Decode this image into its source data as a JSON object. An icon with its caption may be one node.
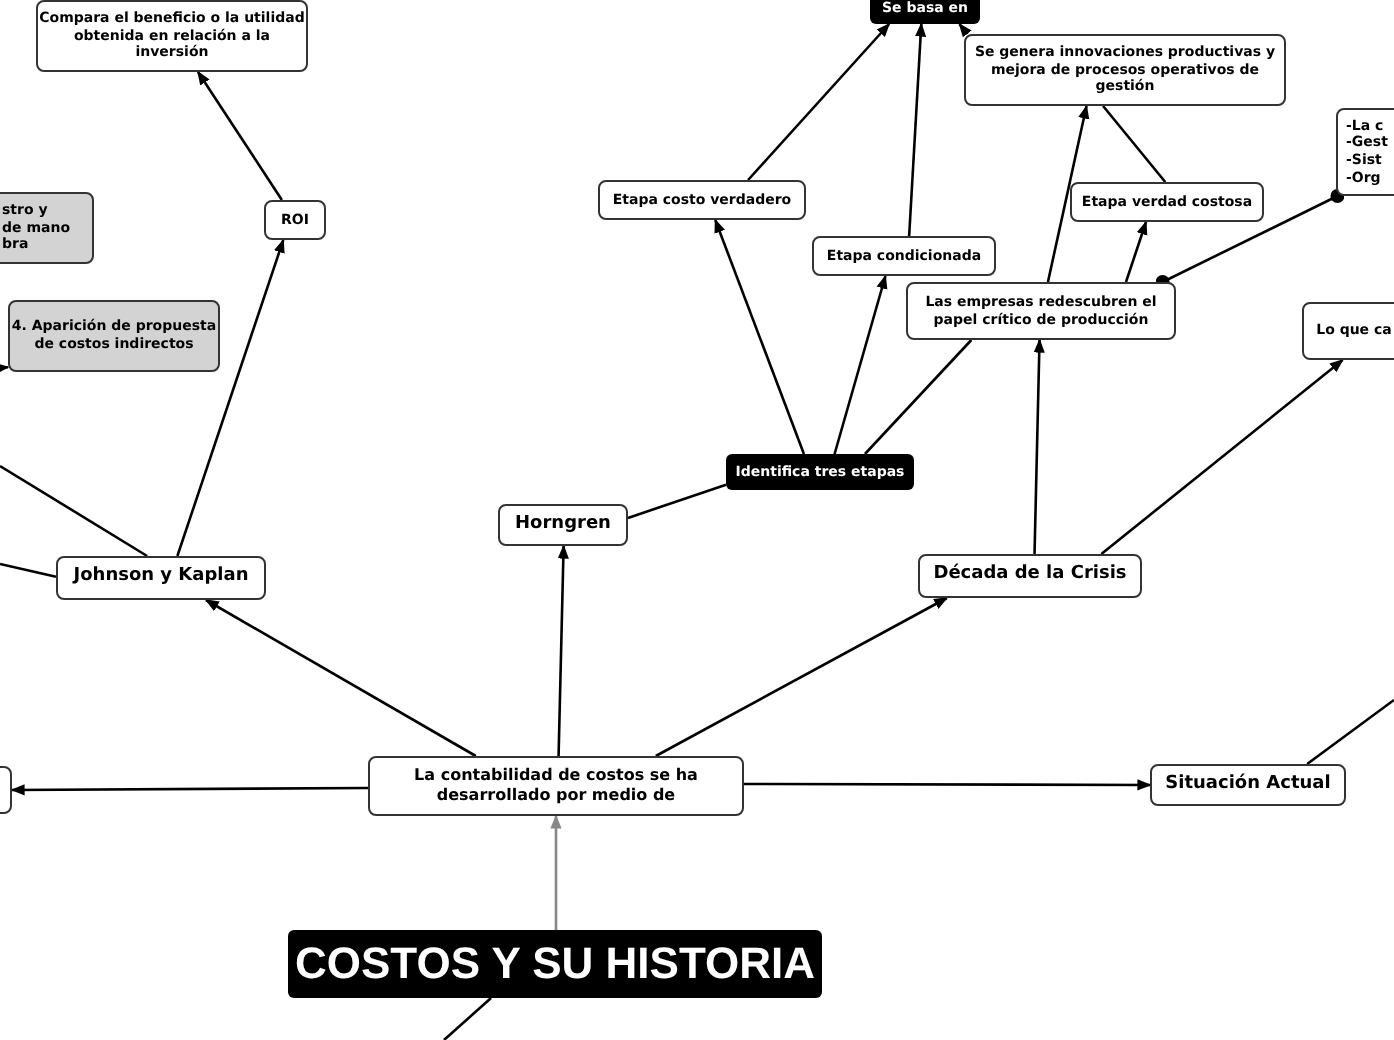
{
  "diagram": {
    "nodes": [
      {
        "text": [
          "Compara el beneficio o la utilidad obtenida en relación a la inversión"
        ]
      },
      {
        "text": [
          "Se basa en"
        ]
      },
      {
        "text": [
          "Se genera innovaciones productivas y mejora de procesos operativos de gestión"
        ]
      },
      {
        "text": [
          "-La c",
          "-Gest",
          "-Sist",
          "-Org"
        ]
      },
      {
        "text": [
          "stro y de mano bra"
        ]
      },
      {
        "text": [
          "4. Aparición de propuesta de costos indirectos"
        ]
      },
      {
        "text": [
          "ROI"
        ]
      },
      {
        "text": [
          "Etapa costo verdadero"
        ]
      },
      {
        "text": [
          "Etapa verdad costosa"
        ]
      },
      {
        "text": [
          "Etapa condicionada"
        ]
      },
      {
        "text": [
          "Las empresas redescubren el papel crítico de producción"
        ]
      },
      {
        "text": [
          "Lo que ca"
        ]
      },
      {
        "text": [
          "Identifica tres etapas"
        ]
      },
      {
        "text": [
          "Horngren"
        ]
      },
      {
        "text": [
          "Johnson y Kaplan"
        ]
      },
      {
        "text": [
          "Década de la Crisis"
        ]
      },
      {
        "text": [
          "La contabilidad de costos se ha desarrollado por medio de"
        ]
      },
      {
        "text": [],
        "shape": "box"
      },
      {
        "text": [
          "Situación Actual"
        ]
      },
      {
        "text": [
          "COSTOS Y SU HISTORIA"
        ]
      }
    ],
    "edges": [
      {
        "from": 6,
        "to": 0,
        "arrow": "to"
      },
      {
        "from": 14,
        "to": 6,
        "arrow": "to"
      },
      {
        "from": 16,
        "to": 14,
        "arrow": "to"
      },
      {
        "from": 16,
        "to": 13,
        "arrow": "to"
      },
      {
        "from": 16,
        "to": 15,
        "arrow": "to"
      },
      {
        "from": 16,
        "to": 17,
        "arrow": "to"
      },
      {
        "from": 16,
        "to": 18,
        "arrow": "to"
      },
      {
        "from": 19,
        "to": 16,
        "arrow": "to",
        "color": "#888888"
      },
      {
        "from": 19,
        "to": null,
        "arrow": "none"
      },
      {
        "from": 14,
        "to": null,
        "arrow": "none"
      },
      {
        "from": 14,
        "to": null,
        "arrow": "none"
      },
      {
        "from": null,
        "to": 5,
        "arrow": "to"
      },
      {
        "from": 13,
        "to": 12,
        "arrow": "none"
      },
      {
        "from": 12,
        "to": 7,
        "arrow": "to"
      },
      {
        "from": 12,
        "to": 9,
        "arrow": "to"
      },
      {
        "from": 12,
        "to": 10,
        "arrow": "none"
      },
      {
        "from": 7,
        "to": 1,
        "arrow": "to"
      },
      {
        "from": 9,
        "to": 1,
        "arrow": "to"
      },
      {
        "from": 2,
        "to": 1,
        "arrow": "to"
      },
      {
        "from": 10,
        "to": 8,
        "arrow": "to"
      },
      {
        "from": 10,
        "to": 2,
        "arrow": "to"
      },
      {
        "from": 8,
        "to": 2,
        "arrow": "none"
      },
      {
        "from": 10,
        "to": 3,
        "arrow": "other"
      },
      {
        "from": 15,
        "to": 10,
        "arrow": "to"
      },
      {
        "from": 15,
        "to": 11,
        "arrow": "to"
      },
      {
        "from": 18,
        "to": null,
        "arrow": "none"
      }
    ]
  }
}
